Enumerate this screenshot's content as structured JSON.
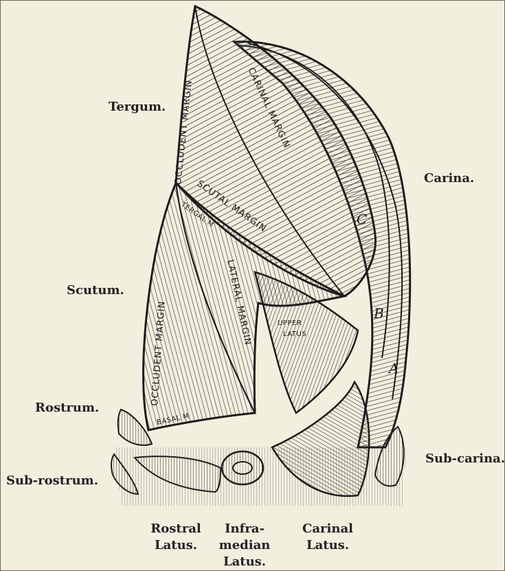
{
  "colors": {
    "paper": "#f3efdf",
    "ink": "#1c1c1c",
    "hatch": "#3a3a3a"
  },
  "labels": {
    "tergum": "Tergum.",
    "carina": "Carina.",
    "scutum": "Scutum.",
    "rostrum": "Rostrum.",
    "sub_carina": "Sub-carina.",
    "sub_rostrum": "Sub-rostrum.",
    "rostral_latus": [
      "Rostral",
      "Latus."
    ],
    "inframedian_latus": [
      "Infra-",
      "median",
      "Latus."
    ],
    "carinal_latus": [
      "Carinal",
      "Latus."
    ]
  },
  "inscriptions": {
    "tergum_occludent": "OCCLUDENT MARGIN",
    "carinal_margin": "CARINAL MARGIN",
    "scutal_margin": "SCUTAL MARGIN",
    "tergal_m": "TERGAL M",
    "scutum_occludent": "OCCLUDENT MARGIN",
    "lateral_margin": "LATERAL MARGIN",
    "basal_m": "BASAL M",
    "upper_latus": [
      "UPPER",
      "LATUS"
    ]
  },
  "letters": {
    "a": "A",
    "b": "B",
    "c": "C"
  }
}
